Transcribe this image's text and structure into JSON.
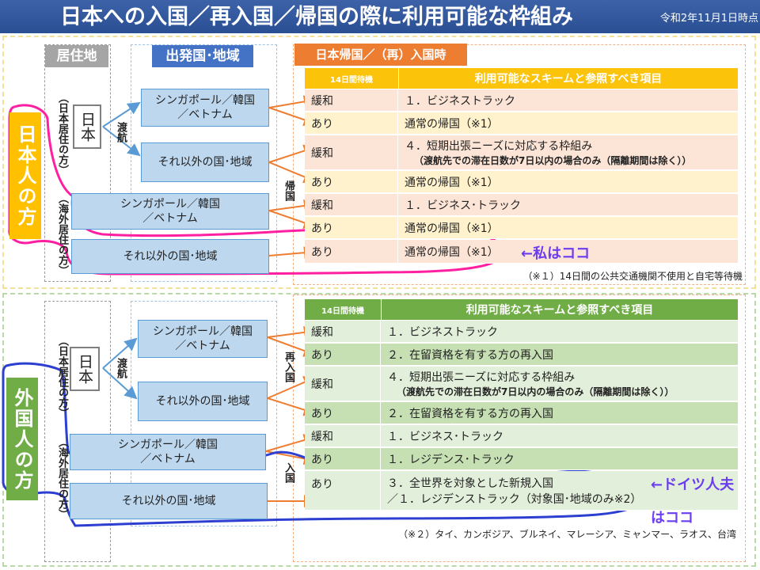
{
  "header": {
    "title": "日本への入国／再入国／帰国の際に利用可能な枠組み",
    "date": "令和2年11月1日時点"
  },
  "columns": {
    "residence": "居住地",
    "departure": "出発国･地域",
    "arrival": "日本帰国／（再）入国時"
  },
  "sections": {
    "japanese": {
      "label": "日本人の方",
      "res_japan": "（日本居住の方）",
      "res_abroad": "（海外居住の方）",
      "nihon": "日本",
      "toko": "渡航",
      "mid_label": "帰国",
      "dest_sg": "シンガポール／韓国\n／ベトナム",
      "dest_other": "それ以外の国･地域",
      "abroad_sg": "シンガポール／韓国\n／ベトナム",
      "abroad_other": "それ以外の国･地域",
      "table_header": {
        "wait": "14日間待機",
        "scheme": "利用可能なスキームと参照すべき項目"
      },
      "rows": [
        {
          "wait": "緩和",
          "scheme": "１．ビジネストラック",
          "sub": ""
        },
        {
          "wait": "あり",
          "scheme": "通常の帰国（※1）",
          "sub": ""
        },
        {
          "wait": "緩和",
          "scheme": "４．短期出張ニーズに対応する枠組み",
          "sub": "（渡航先での滞在日数が7日以内の場合のみ（隔離期間は除く））"
        },
        {
          "wait": "あり",
          "scheme": "通常の帰国（※1）",
          "sub": ""
        },
        {
          "wait": "緩和",
          "scheme": "１．ビジネス･トラック",
          "sub": ""
        },
        {
          "wait": "あり",
          "scheme": "通常の帰国（※1）",
          "sub": ""
        },
        {
          "wait": "あり",
          "scheme": "通常の帰国（※1）",
          "sub": ""
        }
      ],
      "note": "（※１）14日間の公共交通機関不使用と自宅等待機",
      "annotation": "←私はココ"
    },
    "foreign": {
      "label": "外国人の方",
      "res_japan": "（日本居住の方）",
      "res_abroad": "（海外居住の方）",
      "nihon": "日本",
      "toko": "渡航",
      "mid_label_1": "再入国",
      "mid_label_2": "入国",
      "dest_sg": "シンガポール／韓国\n／ベトナム",
      "dest_other": "それ以外の国･地域",
      "abroad_sg": "シンガポール／韓国\n／ベトナム",
      "abroad_other": "それ以外の国･地域",
      "table_header": {
        "wait": "14日間待機",
        "scheme": "利用可能なスキームと参照すべき項目"
      },
      "rows": [
        {
          "wait": "緩和",
          "scheme": "１．ビジネストラック",
          "sub": "",
          "sub2": ""
        },
        {
          "wait": "あり",
          "scheme": "２．在留資格を有する方の再入国",
          "sub": "",
          "sub2": ""
        },
        {
          "wait": "緩和",
          "scheme": "４．短期出張ニーズに対応する枠組み",
          "sub": "（渡航先での滞在日数が7日以内の場合のみ（隔離期間は除く））",
          "sub2": ""
        },
        {
          "wait": "あり",
          "scheme": "２．在留資格を有する方の再入国",
          "sub": "",
          "sub2": ""
        },
        {
          "wait": "緩和",
          "scheme": "１．ビジネス･トラック",
          "sub": "",
          "sub2": ""
        },
        {
          "wait": "あり",
          "scheme": "１．レジデンス･トラック",
          "sub": "",
          "sub2": ""
        },
        {
          "wait": "あり",
          "scheme": "３．全世界を対象とした新規入国",
          "sub": "",
          "sub2": "／１．レジデンストラック（対象国･地域のみ※2）"
        }
      ],
      "note": "（※２）タイ、カンボジア、ブルネイ、マレーシア、ミャンマー、ラオス、台湾",
      "annotation_1": "←ドイツ人夫",
      "annotation_2": "はココ"
    }
  },
  "colors": {
    "title_bg": "#2f5597",
    "jp_label": "#ffc000",
    "fg_label": "#70ad47",
    "dest_fill": "#bdd7ee",
    "arrow_orange": "#ed7d31",
    "arrow_blue": "#5b9bd5",
    "pink_marker": "#ff1fa0",
    "blue_marker": "#2d3fd0"
  }
}
